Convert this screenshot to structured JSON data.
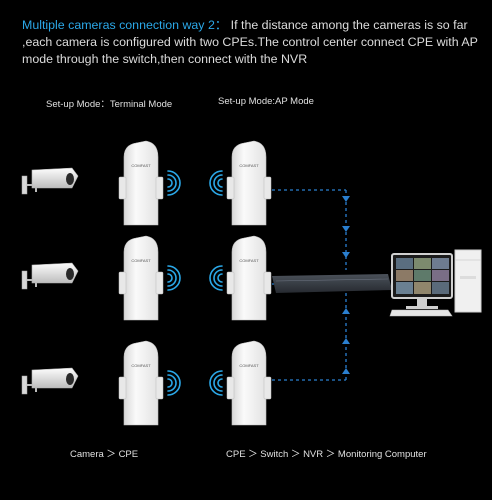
{
  "intro": {
    "lead": "Multiple cameras connection way 2",
    "sep": "：",
    "text": " If the distance among the cameras is so far ,each camera is configured with two CPEs.The control center connect CPE with AP mode through the switch,then connect with the NVR"
  },
  "labels": {
    "terminal_mode": "Set-up Mode：Terminal Mode",
    "ap_mode": "Set-up Mode:AP Mode",
    "bottom_left": "Camera ＞ CPE",
    "bottom_right": "CPE ＞ Switch ＞ NVR ＞ Monitoring Computer"
  },
  "cpe_brand": "COMFAST",
  "colors": {
    "accent": "#2ba8e8",
    "dashed_line": "#2a7fd0",
    "device_white": "#f4f4f4",
    "switch": "#3a3f47"
  },
  "rows": 3
}
